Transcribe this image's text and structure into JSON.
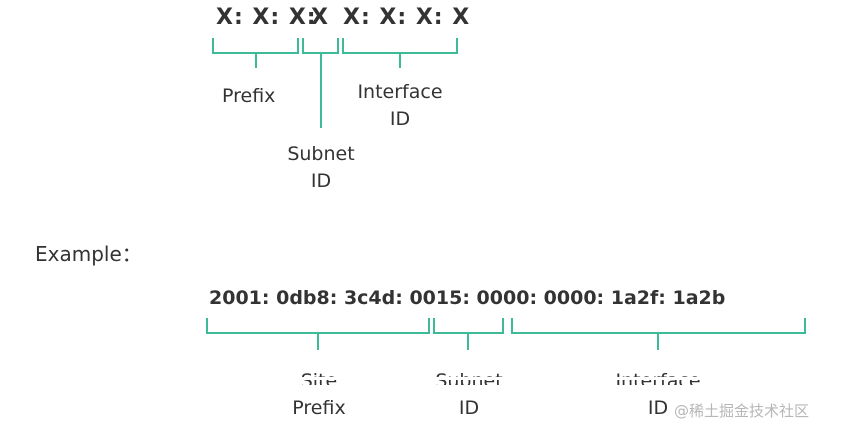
{
  "format": {
    "prefix_groups": "X: X: X:",
    "subnet_group": "X",
    "interface_groups": "X: X: X: X",
    "labels": {
      "prefix": "Prefix",
      "subnet_line1": "Subnet",
      "subnet_line2": "ID",
      "interface_line1": "Interface",
      "interface_line2": "ID"
    }
  },
  "example": {
    "heading": "Example：",
    "address": "2001: 0db8: 3c4d: 0015: 0000: 0000: 1a2f: 1a2b",
    "labels": {
      "site_line1": "Site",
      "site_line2": "Prefix",
      "subnet_line1": "Subnet",
      "subnet_line2": "ID",
      "interface_line1": "Interface",
      "interface_line2": "ID"
    }
  },
  "watermark": "@稀土掘金技术社区",
  "colors": {
    "bracket": "#3dba97",
    "text": "#333333"
  }
}
